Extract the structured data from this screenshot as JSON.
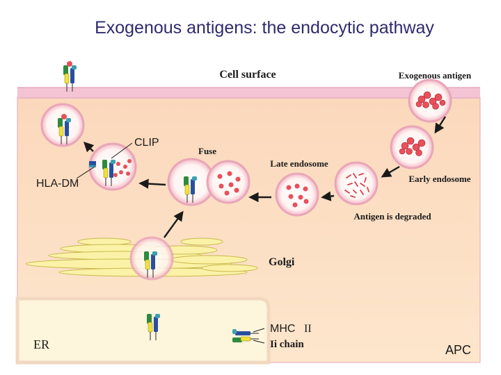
{
  "title": "Exogenous antigens: the endocytic pathway",
  "labels": {
    "cell_surface": "Cell surface",
    "exogenous_antigen": "Exogenous antigen",
    "early_endosome": "Early endosome",
    "antigen_degraded": "Antigen is degraded",
    "late_endosome": "Late endosome",
    "fuse": "Fuse",
    "clip": "CLIP",
    "hla_dm": "HLA-DM",
    "golgi": "Golgi",
    "mhc": "MHC",
    "mhc_class": "II",
    "ii_chain": "Ii chain",
    "er": "ER",
    "apc": "APC"
  },
  "colors": {
    "title": "#2e2a6e",
    "membrane": "#f4c4d4",
    "cytoplasm": "#fadcc0",
    "golgi": "#fbf2a8",
    "er": "#fdf5dc",
    "antigen": "#e8505a",
    "mhc_green": "#2e8a3c",
    "mhc_yellow": "#f0e040",
    "mhc_blue": "#2a4f9c",
    "mhc_teal": "#3aa0b0"
  }
}
